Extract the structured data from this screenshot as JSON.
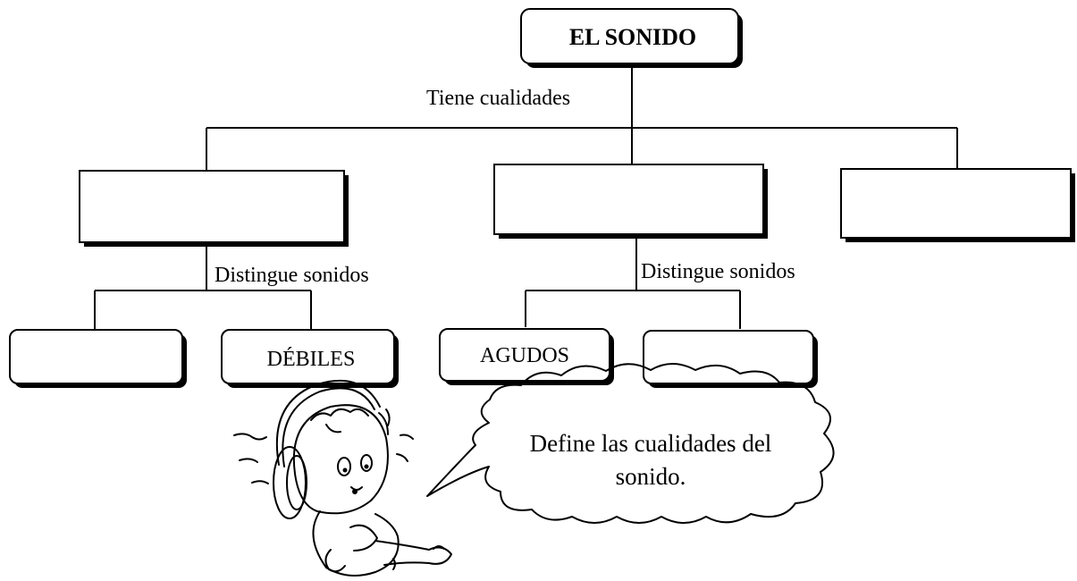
{
  "root": {
    "label": "EL SONIDO"
  },
  "relations": {
    "top": "Tiene cualidades",
    "left": "Distingue sonidos",
    "right": "Distingue sonidos"
  },
  "level1": [
    {
      "label": ""
    },
    {
      "label": ""
    },
    {
      "label": ""
    }
  ],
  "level2": [
    {
      "label": ""
    },
    {
      "label": "DÉBILES"
    },
    {
      "label": "AGUDOS"
    },
    {
      "label": ""
    }
  ],
  "speech_bubble": {
    "line1": "Define las cualidades del",
    "line2": "sonido."
  }
}
